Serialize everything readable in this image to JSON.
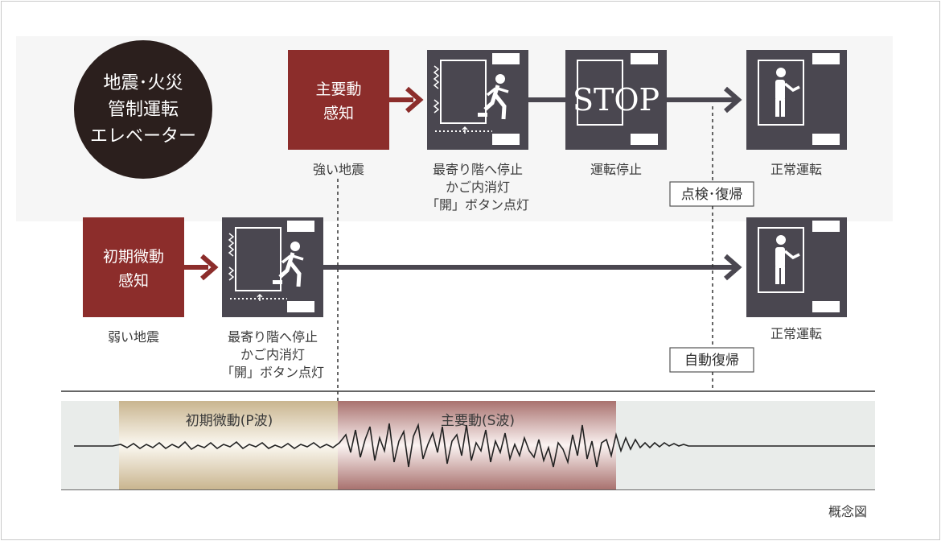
{
  "title_circle": [
    "地震･火災",
    "管制運転",
    "エレベーター"
  ],
  "main_tremor": {
    "box": [
      "主要動",
      "感知"
    ],
    "caption": "強い地震",
    "stop_caption": [
      "最寄り階へ停止",
      "かご内消灯",
      "「開」ボタン点灯"
    ],
    "halt_caption": "運転停止",
    "halt_word": "STOP",
    "resume_caption": "正常運転",
    "resume_tag": "点検･復帰"
  },
  "initial_tremor": {
    "box": [
      "初期微動",
      "感知"
    ],
    "caption": "弱い地震",
    "stop_caption": [
      "最寄り階へ停止",
      "かご内消灯",
      "「開」ボタン点灯"
    ],
    "resume_caption": "正常運転",
    "resume_tag": "自動復帰"
  },
  "wave": {
    "p_label": "初期微動(P波)",
    "s_label": "主要動(S波)"
  },
  "footnote": "概念図",
  "colors": {
    "accent_red": "#8c2d2b",
    "panel_dark": "#4a4750",
    "circle": "#2b1f1d",
    "arrow": "#4a4750"
  }
}
